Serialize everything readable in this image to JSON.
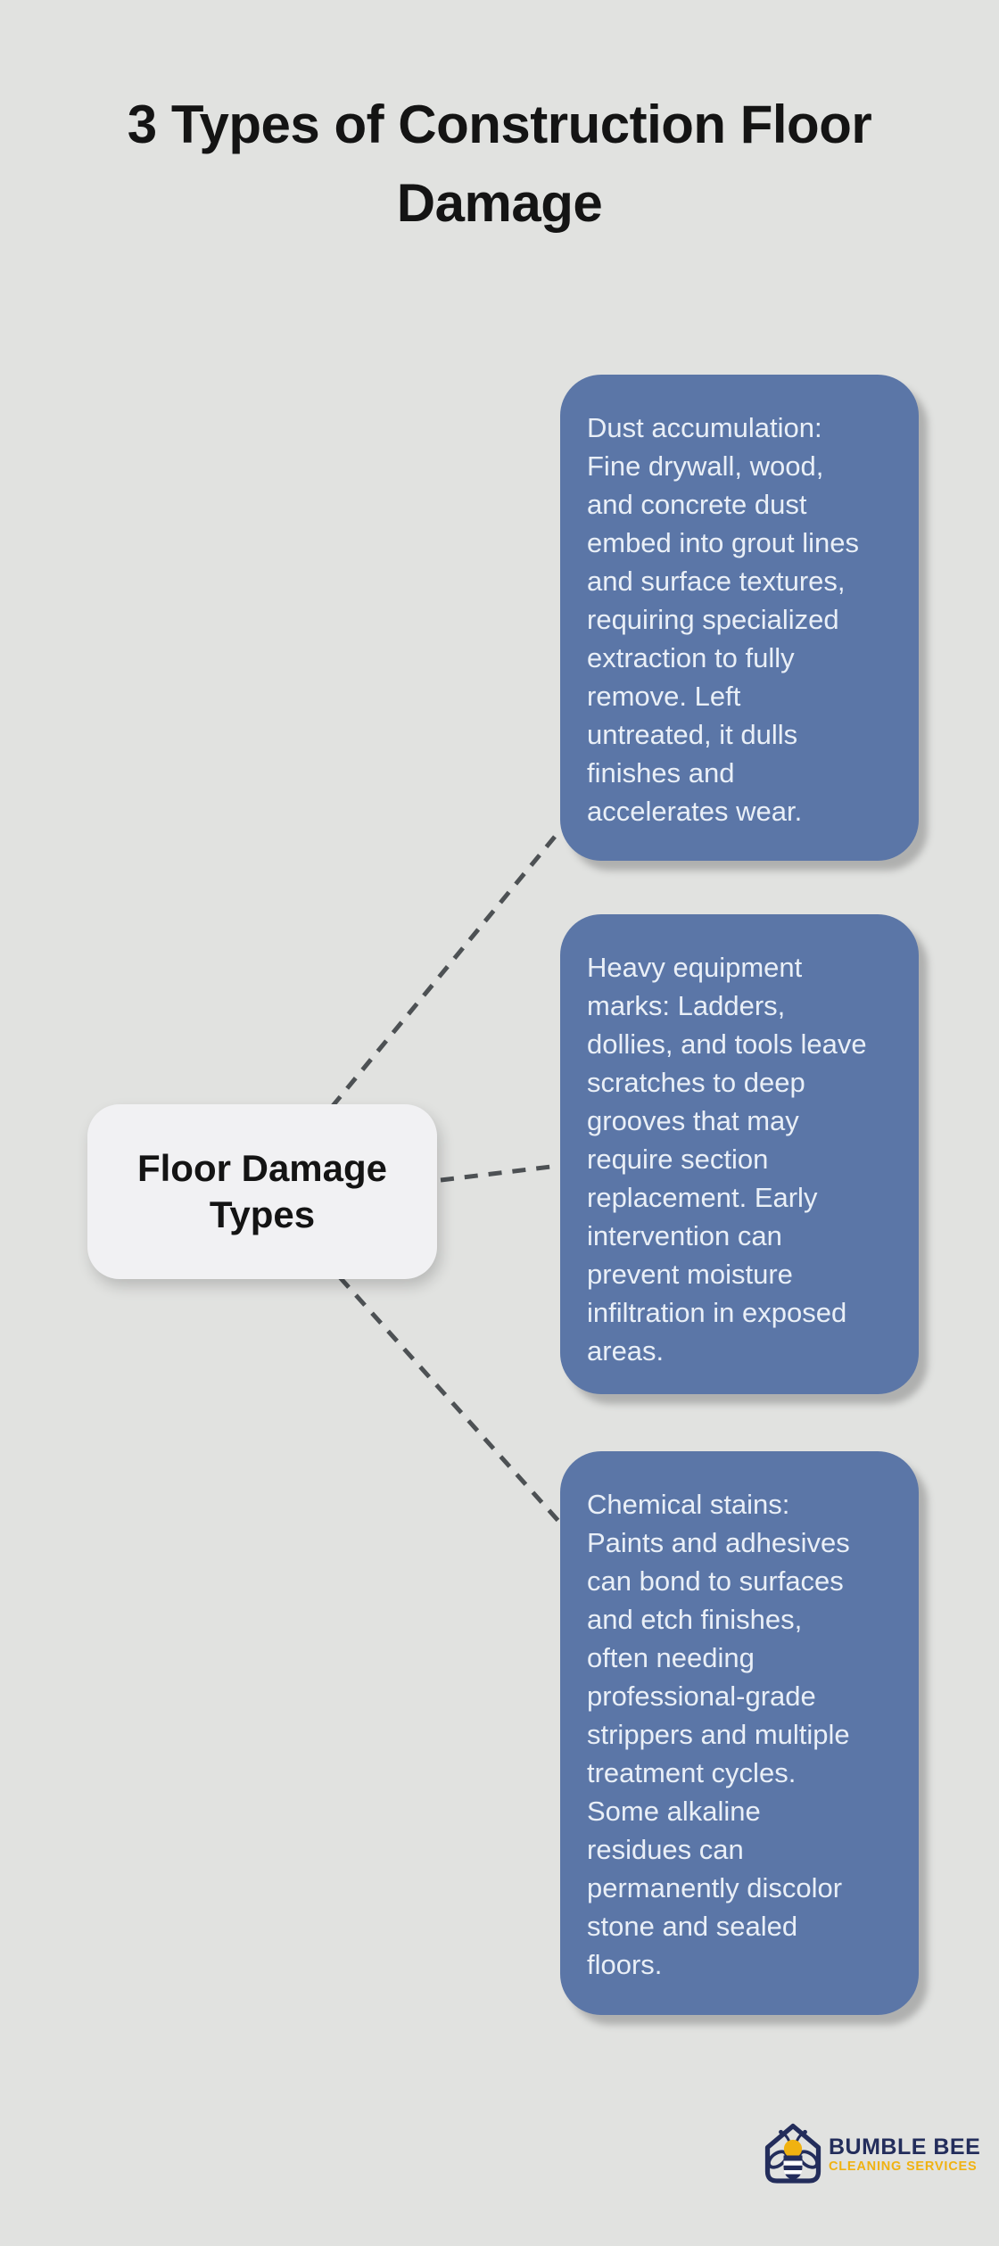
{
  "title": "3 Types of Construction Floor\nDamage",
  "center_node": {
    "label": "Floor Damage\nTypes"
  },
  "branches": [
    {
      "text": "Dust accumulation:\nFine drywall, wood,\nand concrete dust\nembed into grout lines\nand surface textures,\nrequiring specialized\nextraction to fully\nremove. Left\nuntreated, it dulls\nfinishes and\naccelerates wear."
    },
    {
      "text": "Heavy equipment\nmarks: Ladders,\ndollies, and tools leave\nscratches to deep\ngrooves that may\nrequire section\nreplacement. Early\nintervention can\nprevent moisture\ninfiltration in exposed\nareas."
    },
    {
      "text": "Chemical stains:\nPaints and adhesives\ncan bond to surfaces\nand etch finishes,\noften needing\nprofessional-grade\nstrippers and multiple\ntreatment cycles.\nSome alkaline\nresidues can\npermanently discolor\nstone and sealed\nfloors."
    }
  ],
  "logo": {
    "brand": "BUMBLE BEE",
    "tagline": "CLEANING SERVICES"
  },
  "icons": {
    "logo_icon": "bee-in-house-icon"
  },
  "colors": {
    "background": "#e1e2e0",
    "branch_box": "#5b76a7",
    "branch_text": "#e9eff7",
    "node_bg": "#f1f1f3",
    "text_dark": "#141414",
    "connector": "#4d5154",
    "logo_navy": "#232d5b",
    "logo_yellow": "#f0b211"
  }
}
